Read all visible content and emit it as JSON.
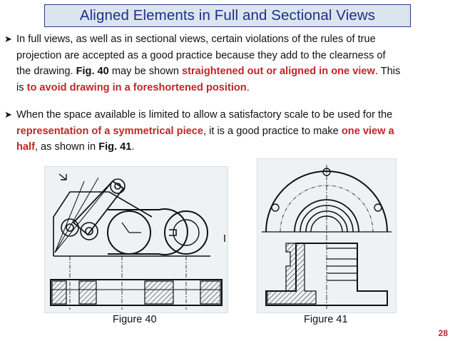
{
  "title": "Aligned Elements in Full and Sectional Views",
  "bullet1": {
    "l1": "In full views, as well as in sectional views, certain violations of the rules of true",
    "l2": "projection are accepted as a good practice because they add to the clearness of",
    "l3a": "the drawing. ",
    "fig40": "Fig. 40",
    "l3b": " may be shown ",
    "l3red": "straightened out or aligned in one view",
    "l3c": ". This",
    "l4a": "is ",
    "l4red": "to avoid drawing in a foreshortened position",
    "l4b": "."
  },
  "bullet2": {
    "l1": "When the space available is limited to allow a satisfactory scale to be used for the",
    "l2red": "representation of a symmetrical piece",
    "l2b": ", it is a good practice to make ",
    "l2red2": "one view a",
    "l3red": "half",
    "l3b": ", as shown in ",
    "fig41": "Fig. 41",
    "l3c": "."
  },
  "captions": {
    "fig40": "Figure 40",
    "fig41": "Figure 41"
  },
  "page_number": "28",
  "colors": {
    "title_text": "#1f2f8a",
    "title_bg": "#dbe5ee",
    "highlight_red": "#c0262b"
  }
}
